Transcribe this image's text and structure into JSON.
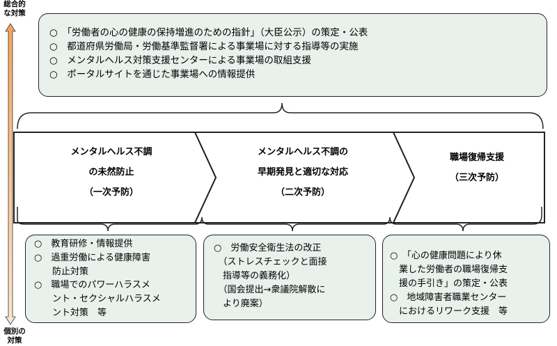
{
  "axis": {
    "top_label": "総合的\nな対策",
    "bottom_label": "個別の\n対策"
  },
  "top_box": {
    "items": [
      "○　「労働者の心の健康の保持増進のための指針」（大臣公示）の策定・公表",
      "○　都道府県労働局・労働基準監督署による事業場に対する指導等の実施",
      "○　メンタルヘルス対策支援センターによる事業場の取組支援",
      "○　ポータルサイトを通じた事業場への情報提供"
    ]
  },
  "stages": [
    {
      "text": "メンタルヘルス不調\nの未然防止\n（一次予防）"
    },
    {
      "text": "メンタルヘルス不調の\n早期発見と適切な対応\n（二次予防）"
    },
    {
      "text": "職場復帰支援\n（三次予防）"
    }
  ],
  "bottom_boxes": [
    {
      "text": "○　教育研修・情報提供\n○　過重労働による健康障害\n　　防止対策\n○　職場でのパワーハラスメ\n　　ント・セクシャルハラスメ\n　　ント対策　等"
    },
    {
      "text": "○　労働安全衛生法の改正\n　（ストレスチェックと面接\n　指導等の義務化）\n　（国会提出→衆議院解散に\n　より廃案）"
    },
    {
      "text": "○　「心の健康問題により休\n　業した労働者の職場復帰支\n　援の手引き」の策定・公表\n○　地域障害者職業センター\n　におけるリワーク支援　等"
    }
  ],
  "colors": {
    "box_fill": "#e8f1ec",
    "axis_gradient_top": "#f5a35a",
    "axis_gradient_bottom": "#fde7cf"
  }
}
